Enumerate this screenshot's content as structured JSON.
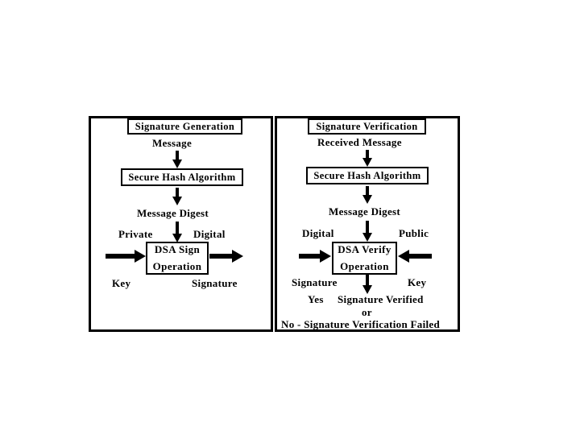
{
  "figure": {
    "title_visible": false,
    "background": "#ffffff",
    "ink_color": "#000000"
  },
  "panels": [
    {
      "id": "signature-generation",
      "title": "Signature Generation",
      "steps": {
        "input_label": "Message",
        "hash_box": "Secure Hash Algorithm",
        "digest_label": "Message Digest",
        "operation_line1": "DSA Sign",
        "operation_line2": "Operation",
        "left_input_top": "Private",
        "left_input_bottom": "Key",
        "right_output_top": "Digital",
        "right_output_bottom": "Signature"
      },
      "arrows": [
        {
          "name": "message-to-hash",
          "direction": "down"
        },
        {
          "name": "hash-to-digest",
          "direction": "down"
        },
        {
          "name": "digest-to-operation",
          "direction": "down"
        },
        {
          "name": "private-key-into-operation",
          "direction": "right"
        },
        {
          "name": "operation-to-digital-signature",
          "direction": "right"
        }
      ]
    },
    {
      "id": "signature-verification",
      "title": "Signature Verification",
      "steps": {
        "input_label": "Received Message",
        "hash_box": "Secure Hash Algorithm",
        "digest_label": "Message Digest",
        "operation_line1": "DSA Verify",
        "operation_line2": "Operation",
        "left_input_top": "Digital",
        "left_input_bottom": "Signature",
        "right_input_top": "Public",
        "right_input_bottom": "Key",
        "result_yes_prefix": "Yes",
        "result_yes": "Signature Verified",
        "result_or": "or",
        "result_no": "No - Signature Verification Failed"
      },
      "arrows": [
        {
          "name": "received-message-to-hash",
          "direction": "down"
        },
        {
          "name": "hash-to-digest",
          "direction": "down"
        },
        {
          "name": "digest-to-operation",
          "direction": "down"
        },
        {
          "name": "digital-signature-into-operation",
          "direction": "right"
        },
        {
          "name": "public-key-into-operation",
          "direction": "left"
        },
        {
          "name": "operation-to-result",
          "direction": "down"
        }
      ]
    }
  ]
}
